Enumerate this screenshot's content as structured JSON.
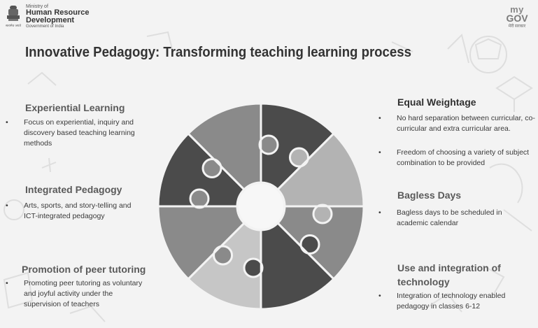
{
  "header": {
    "ministry_line1": "Ministry of",
    "ministry_line2": "Human Resource",
    "ministry_line3": "Development",
    "ministry_line4": "Government of India",
    "emblem_caption": "सत्यमेव जयते",
    "mygov_my": "my",
    "mygov_gov": "GOV",
    "mygov_tagline": "मेरी सरकार"
  },
  "title": "Innovative Pedagogy: Transforming teaching learning process",
  "left_sections": [
    {
      "heading": "Experiential Learning",
      "text": "Focus on experiential, inquiry and discovery based teaching learning methods"
    },
    {
      "heading": "Integrated Pedagogy",
      "text": "Arts, sports, and story-telling and ICT-integrated pedagogy"
    },
    {
      "heading": "Promotion of peer tutoring",
      "text": "Promoting peer tutoring as voluntary and joyful activity under the supervision of teachers"
    }
  ],
  "right_sections": [
    {
      "heading": "Equal Weightage",
      "bullets": [
        "No hard separation between curricular, co-curricular and extra curricular area.",
        "Freedom of choosing a variety of subject combination to be provided"
      ]
    },
    {
      "heading": "Bagless Days",
      "bullets": [
        "Bagless days to be scheduled in academic calendar"
      ]
    },
    {
      "heading": "Use and integration of technology",
      "bullets": [
        "Integration of technology enabled pedagogy in classes 6-12"
      ]
    }
  ],
  "bullet_symbol": "•",
  "colors": {
    "background": "#f3f3f3",
    "title": "#333333",
    "left_heading": "#5a5a5a",
    "right_heading": "#303030",
    "puzzle_dark": "#4b4b4b",
    "puzzle_mid": "#8a8a8a",
    "puzzle_light": "#b3b3b3",
    "puzzle_lighter": "#c6c6c6"
  }
}
